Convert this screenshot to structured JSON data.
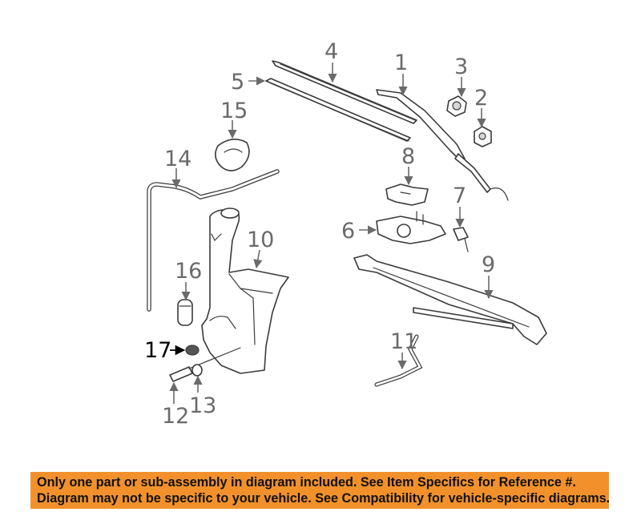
{
  "callouts": {
    "c1": "1",
    "c2": "2",
    "c3": "3",
    "c4": "4",
    "c5": "5",
    "c6": "6",
    "c7": "7",
    "c8": "8",
    "c9": "9",
    "c10": "10",
    "c11": "11",
    "c12": "12",
    "c13": "13",
    "c14": "14",
    "c15": "15",
    "c16": "16",
    "c17": "17"
  },
  "highlighted_callout": "17",
  "colors": {
    "banner_background": "#f2912b",
    "banner_text": "#111111",
    "callout_default": "#6a6a6a",
    "callout_highlight": "#000000"
  },
  "disclaimer": {
    "line1": "Only one part or sub-assembly in diagram included. See Item Specifics for Reference #.",
    "line2": "Diagram may not be specific to your vehicle. See Compatibility for vehicle-specific diagrams."
  }
}
